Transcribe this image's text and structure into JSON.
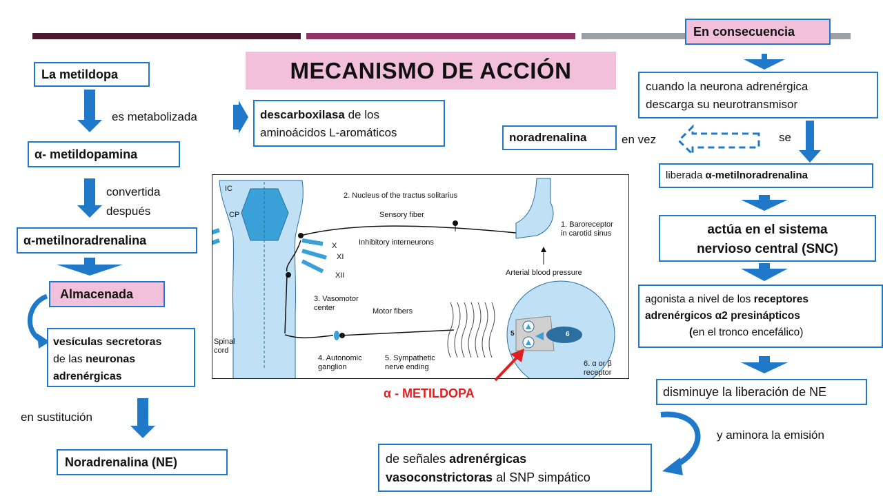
{
  "title": "MECANISMO DE ACCIÓN",
  "colors": {
    "accent_blue": "#1f78c8",
    "pink": "#f3c0dc",
    "bar1": "#4b1832",
    "bar2": "#8e3566",
    "bar3": "#9aa0a6",
    "red": "#e02020"
  },
  "left": {
    "metildopa": "La metildopa",
    "es_metabolizada": "es metabolizada",
    "descarboxilasa_bold": "descarboxilasa",
    "descarboxilasa_rest1": " de los",
    "descarboxilasa_rest2": "aminoácidos L-aromáticos",
    "metildopamina": "α- metildopamina",
    "convertida_1": "convertida",
    "convertida_2": "después",
    "metilnoradrenalina": "α-metilnoradrenalina",
    "almacenada": "Almacenada",
    "vesiculas_1": "vesículas secretoras",
    "vesiculas_2_pre": "de las ",
    "vesiculas_2_bold": "neuronas",
    "vesiculas_3": "adrenérgicas",
    "en_sustitucion": "en sustitución",
    "noradrenalina_ne": "Noradrenalina (NE)"
  },
  "diagram": {
    "ic": "IC",
    "cp": "CP",
    "nucleus": "2. Nucleus of the tractus solitarius",
    "sensory": "Sensory fiber",
    "inhibitory": "Inhibitory interneurons",
    "x": "X",
    "xi": "XI",
    "xii": "XII",
    "baro1": "1. Baroreceptor",
    "baro2": "in carotid sinus",
    "arterial": "Arterial blood pressure",
    "vaso1": "3. Vasomotor",
    "vaso2": "center",
    "motor": "Motor fibers",
    "spinal1": "Spinal",
    "spinal2": "cord",
    "auto1": "4. Autonomic",
    "auto2": "ganglion",
    "symp1": "5. Sympathetic",
    "symp2": "nerve ending",
    "rec1": "6. α or β",
    "rec2": "receptor",
    "n5": "5",
    "n6": "6"
  },
  "alpha_label": "α - METILDOPA",
  "right": {
    "en_consecuencia": "En consecuencia",
    "cuando_1": "cuando la neurona adrenérgica",
    "cuando_2": "descarga su neurotransmisor",
    "noradrenalina": "noradrenalina",
    "en_vez": "en vez",
    "se": "se",
    "liberada_pre": "liberada ",
    "liberada_bold": "α-metilnoradrenalina",
    "actua_1": "actúa en el sistema",
    "actua_2": "nervioso central (SNC)",
    "agonista_1_pre": "agonista a nivel de los ",
    "agonista_1_bold": "receptores",
    "agonista_2": "adrenérgicos α2 presinápticos",
    "agonista_3_bold": "(",
    "agonista_3_rest": "en el tronco encefálico)",
    "disminuye": "disminuye la liberación de NE",
    "aminora": "y aminora la emisión",
    "senales_1_pre": "de señales ",
    "senales_1_bold": "adrenérgicas",
    "senales_2_bold": "vasoconstrictoras",
    "senales_2_rest": " al SNP simpático"
  }
}
